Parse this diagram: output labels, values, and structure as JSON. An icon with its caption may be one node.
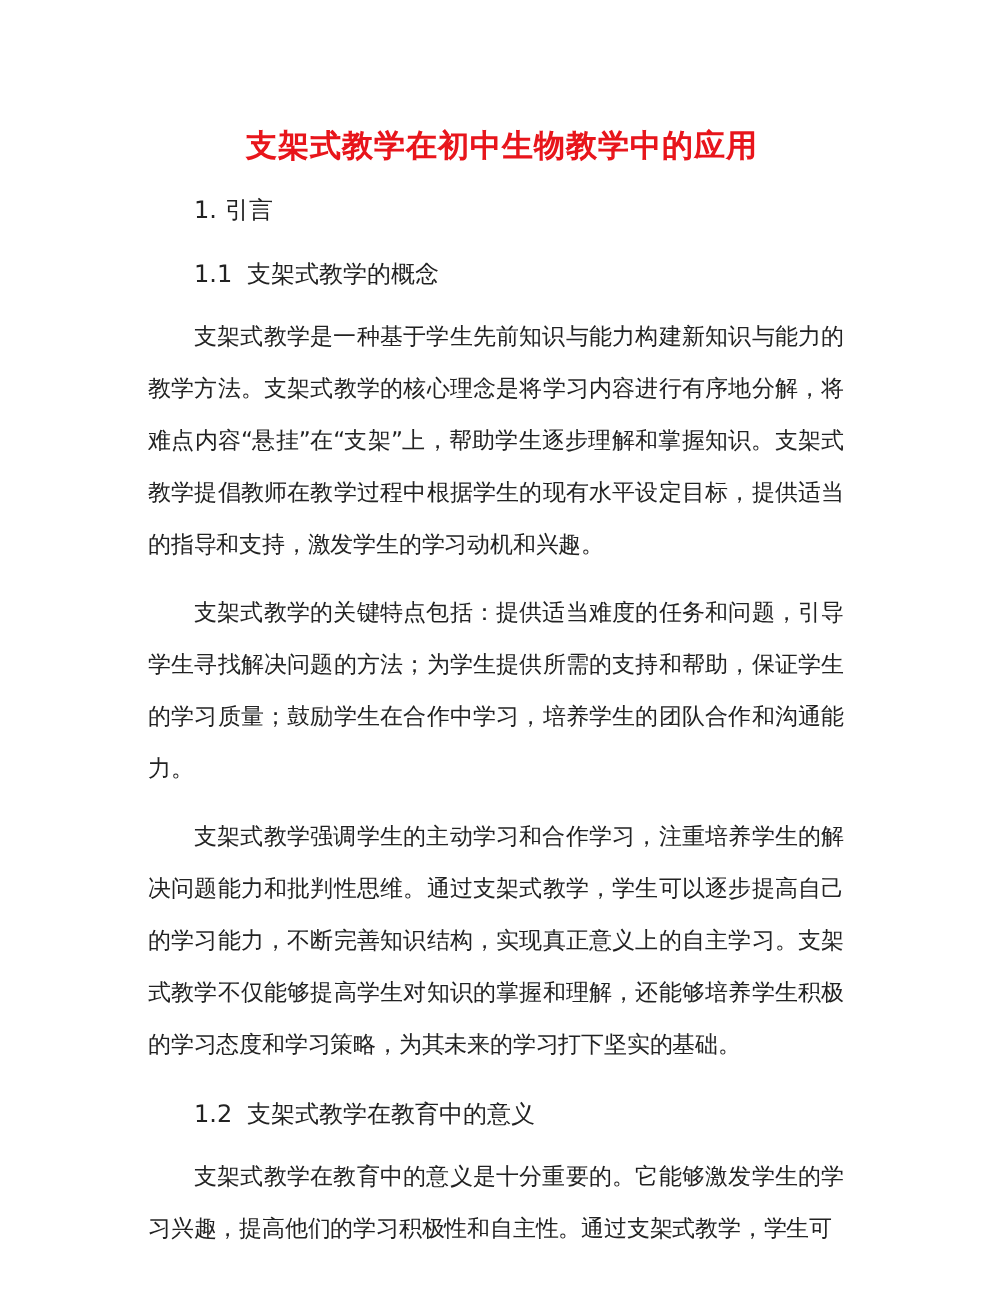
{
  "diagram": {
    "title": "支架式教学在初中生物教学中的应用",
    "labels": [
      "1. 引言",
      "1.1  支架式教学的概念",
      "支架式教学是一种基于学生先前知识与能力构建新知识与能力的教学方法。支架式教学的核心理念是将学习内容进行有序地分解，将难点内容“悬挂”在“支架”上，帮助学生逐步理解和掌握知识。支架式教学提倡教师在教学过程中根据学生的现有水平设定目标，提供适当的指导和支持，激发学生的学习动机和兴趣。",
      "支架式教学的关键特点包括：提供适当难度的任务和问题，引导学生寻找解决问题的方法；为学生提供所需的支持和帮助，保证学生的学习质量；鼓励学生在合作中学习，培养学生的团队合作和沟通能力。",
      "支架式教学强调学生的主动学习和合作学习，注重培养学生的解决问题能力和批判性思维。通过支架式教学，学生可以逐步提高自己的学习能力，不断完善知识结构，实现真正意义上的自主学习。支架式教学不仅能够提高学生对知识的掌握和理解，还能够培养学生积极的学习态度和学习策略，为其未来的学习打下坚实的基础。",
      "1.2  支架式教学在教育中的意义",
      "支架式教学在教育中的意义是十分重要的。它能够激发学生的学习兴趣，提高他们的学习积极性和自主性。通过支架式教学，学生可"
    ]
  }
}
